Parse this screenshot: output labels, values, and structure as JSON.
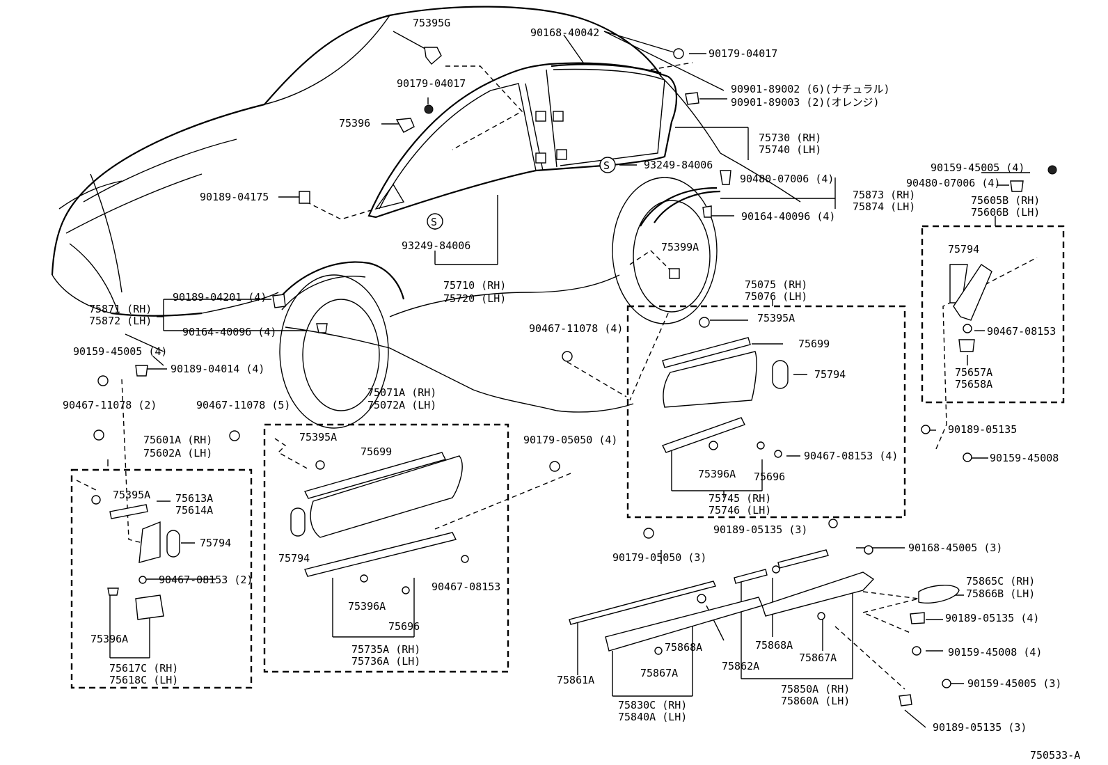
{
  "diagram_id": "750533-A",
  "watermark": "",
  "labels": {
    "p75395G": "75395G",
    "p90168_40042": "90168-40042",
    "p90179_04017_top": "90179-04017",
    "p90179_04017_mid": "90179-04017",
    "p90901_89002": "90901-89002 (6)(ナチュラル)",
    "p90901_89003": "90901-89003 (2)(オレンジ)",
    "p75396": "75396",
    "p75730": "75730 (RH)",
    "p75740": "75740 (LH)",
    "p93249_84006_right": "93249-84006",
    "p93249_84006_left": "93249-84006",
    "p90189_04175": "90189-04175",
    "p90480_07006_a": "90480-07006 (4)",
    "p75873": "75873 (RH)",
    "p75874": "75874 (LH)",
    "p90164_40096_right": "90164-40096 (4)",
    "p90159_45005_tr": "90159-45005 (4)",
    "p90480_07006_b": "90480-07006 (4)",
    "p75605B": "75605B (RH)",
    "p75606B": "75606B (LH)",
    "p75710": "75710 (RH)",
    "p75720": "75720 (LH)",
    "p75399A": "75399A",
    "p75794_r": "75794",
    "p75075": "75075 (RH)",
    "p75076": "75076 (LH)",
    "p75395A_r": "75395A",
    "p75699_r": "75699",
    "p75794_rb": "75794",
    "p90467_11078_4": "90467-11078 (4)",
    "p90467_08153_r": "90467-08153",
    "p75657A": "75657A",
    "p75658A": "75658A",
    "p75871": "75871 (RH)",
    "p75872": "75872 (LH)",
    "p90189_04201": "90189-04201 (4)",
    "p90164_40096_left": "90164-40096 (4)",
    "p90159_45005_l": "90159-45005 (4)",
    "p90189_04014": "90189-04014 (4)",
    "p90467_11078_2": "90467-11078 (2)",
    "p90467_11078_5": "90467-11078 (5)",
    "p75071A": "75071A (RH)",
    "p75072A": "75072A (LH)",
    "p90189_05135_r": "90189-05135",
    "p90159_45008_r": "90159-45008",
    "p90467_08153_4": "90467-08153 (4)",
    "p75396A_r": "75396A",
    "p75696_r": "75696",
    "p75745": "75745 (RH)",
    "p75746": "75746 (LH)",
    "p75601A": "75601A (RH)",
    "p75602A": "75602A (LH)",
    "p75395A_m": "75395A",
    "p75699_m": "75699",
    "p90179_05050_4": "90179-05050 (4)",
    "p75395A_l": "75395A",
    "p75613A": "75613A",
    "p75614A": "75614A",
    "p75794_l": "75794",
    "p75794_m": "75794",
    "p90467_08153_2": "90467-08153 (2)",
    "p90467_08153_m": "90467-08153",
    "p75396A_m": "75396A",
    "p75696_m": "75696",
    "p75396A_l": "75396A",
    "p75617C": "75617C (RH)",
    "p75618C": "75618C (LH)",
    "p75735A": "75735A (RH)",
    "p75736A": "75736A (LH)",
    "p90189_05135_3a": "90189-05135 (3)",
    "p90179_05050_3": "90179-05050 (3)",
    "p90168_45005": "90168-45005 (3)",
    "p75865C": "75865C (RH)",
    "p75866B": "75866B (LH)",
    "p90189_05135_4": "90189-05135 (4)",
    "p90159_45008_4": "90159-45008 (4)",
    "p90159_45005_3": "90159-45005 (3)",
    "p90189_05135_3b": "90189-05135 (3)",
    "p75868A_a": "75868A",
    "p75868A_b": "75868A",
    "p75867A_a": "75867A",
    "p75867A_b": "75867A",
    "p75862A": "75862A",
    "p75861A": "75861A",
    "p75830C": "75830C (RH)",
    "p75840A": "75840A (LH)",
    "p75850A": "75850A (RH)",
    "p75860A": "75860A (LH)",
    "s_marker": "S"
  }
}
